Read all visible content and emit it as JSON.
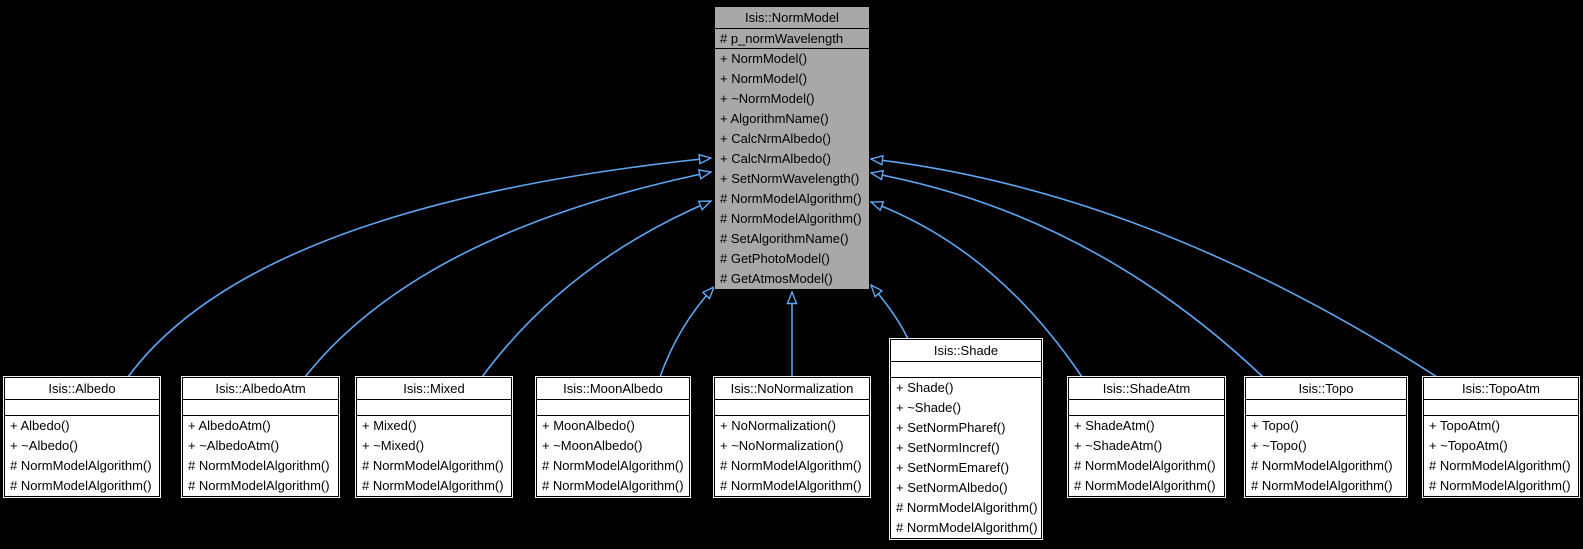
{
  "diagram": {
    "type": "uml-inheritance-diagram",
    "background_color": "#000000",
    "edge_color": "#5fa8f5",
    "base_class": {
      "name": "Isis::NormModel",
      "fill_color": "#a8a8a8",
      "attributes": [
        "# p_normWavelength"
      ],
      "methods": [
        "+ NormModel()",
        "+ NormModel()",
        "+ ~NormModel()",
        "+ AlgorithmName()",
        "+ CalcNrmAlbedo()",
        "+ CalcNrmAlbedo()",
        "+ SetNormWavelength()",
        "# NormModelAlgorithm()",
        "# NormModelAlgorithm()",
        "# SetAlgorithmName()",
        "# GetPhotoModel()",
        "# GetAtmosModel()"
      ]
    },
    "derived_classes": [
      {
        "name": "Isis::Albedo",
        "methods": [
          "+ Albedo()",
          "+ ~Albedo()",
          "# NormModelAlgorithm()",
          "# NormModelAlgorithm()"
        ]
      },
      {
        "name": "Isis::AlbedoAtm",
        "methods": [
          "+ AlbedoAtm()",
          "+ ~AlbedoAtm()",
          "# NormModelAlgorithm()",
          "# NormModelAlgorithm()"
        ]
      },
      {
        "name": "Isis::Mixed",
        "methods": [
          "+ Mixed()",
          "+ ~Mixed()",
          "# NormModelAlgorithm()",
          "# NormModelAlgorithm()"
        ]
      },
      {
        "name": "Isis::MoonAlbedo",
        "methods": [
          "+ MoonAlbedo()",
          "+ ~MoonAlbedo()",
          "# NormModelAlgorithm()",
          "# NormModelAlgorithm()"
        ]
      },
      {
        "name": "Isis::NoNormalization",
        "methods": [
          "+ NoNormalization()",
          "+ ~NoNormalization()",
          "# NormModelAlgorithm()",
          "# NormModelAlgorithm()"
        ]
      },
      {
        "name": "Isis::Shade",
        "methods": [
          "+ Shade()",
          "+ ~Shade()",
          "+ SetNormPharef()",
          "+ SetNormIncref()",
          "+ SetNormEmaref()",
          "+ SetNormAlbedo()",
          "# NormModelAlgorithm()",
          "# NormModelAlgorithm()"
        ]
      },
      {
        "name": "Isis::ShadeAtm",
        "methods": [
          "+ ShadeAtm()",
          "+ ~ShadeAtm()",
          "# NormModelAlgorithm()",
          "# NormModelAlgorithm()"
        ]
      },
      {
        "name": "Isis::Topo",
        "methods": [
          "+ Topo()",
          "+ ~Topo()",
          "# NormModelAlgorithm()",
          "# NormModelAlgorithm()"
        ]
      },
      {
        "name": "Isis::TopoAtm",
        "methods": [
          "+ TopoAtm()",
          "+ ~TopoAtm()",
          "# NormModelAlgorithm()",
          "# NormModelAlgorithm()"
        ]
      }
    ]
  }
}
